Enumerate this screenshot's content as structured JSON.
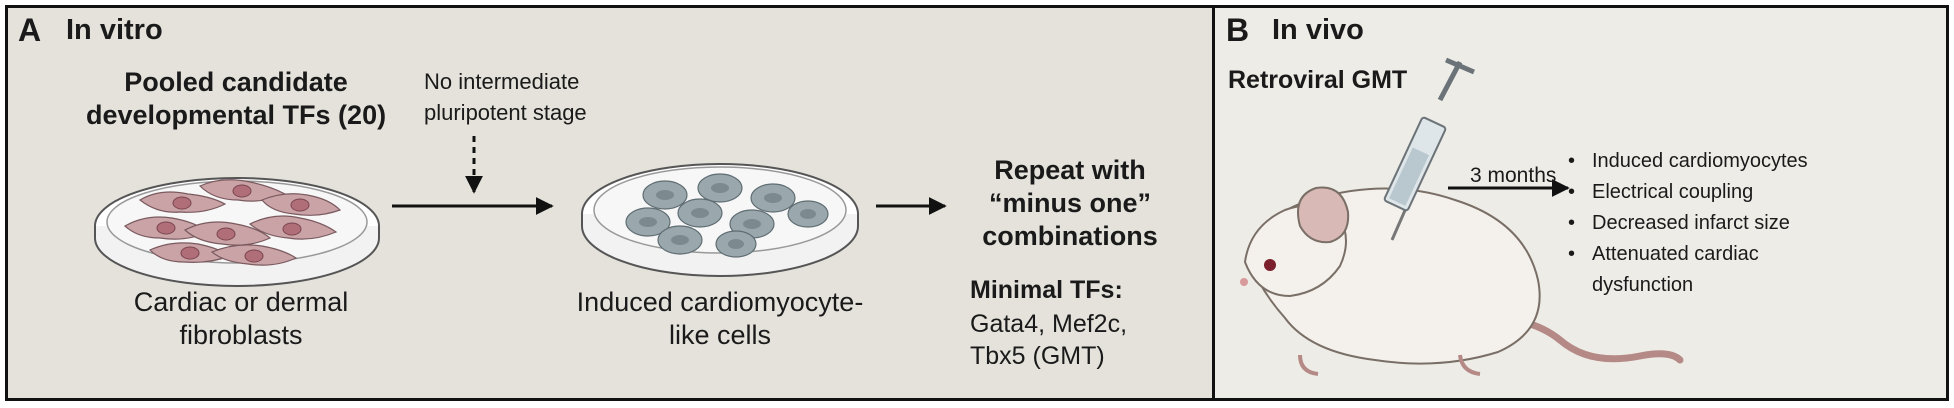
{
  "panel_a": {
    "letter": "A",
    "title": "In vitro",
    "pooled_line1": "Pooled candidate",
    "pooled_line2": "developmental TFs (20)",
    "no_intermediate_line1": "No intermediate",
    "no_intermediate_line2": "pluripotent stage",
    "fibroblasts_line1": "Cardiac or dermal",
    "fibroblasts_line2": "fibroblasts",
    "induced_line1": "Induced cardiomyocyte-",
    "induced_line2": "like cells",
    "repeat_line1": "Repeat with",
    "repeat_line2": "“minus one”",
    "repeat_line3": "combinations",
    "minimal_title": "Minimal TFs:",
    "minimal_line1": "Gata4, Mef2c,",
    "minimal_line2": "Tbx5 (GMT)"
  },
  "panel_b": {
    "letter": "B",
    "title": "In vivo",
    "subtitle": "Retroviral GMT",
    "arrow_label": "3 months",
    "outcomes": [
      "Induced cardiomyocytes",
      "Electrical coupling",
      "Decreased infarct size",
      "Attenuated cardiac",
      "dysfunction"
    ]
  },
  "colors": {
    "panel_a_bg": "#e4e2db",
    "panel_b_bg": "#edece7",
    "fibroblast_fill": "#c9a3a6",
    "fibroblast_nucleus": "#b06f78",
    "cardiomyocyte_fill": "#9aa7ad",
    "mouse_fur": "#f4f1ec"
  }
}
